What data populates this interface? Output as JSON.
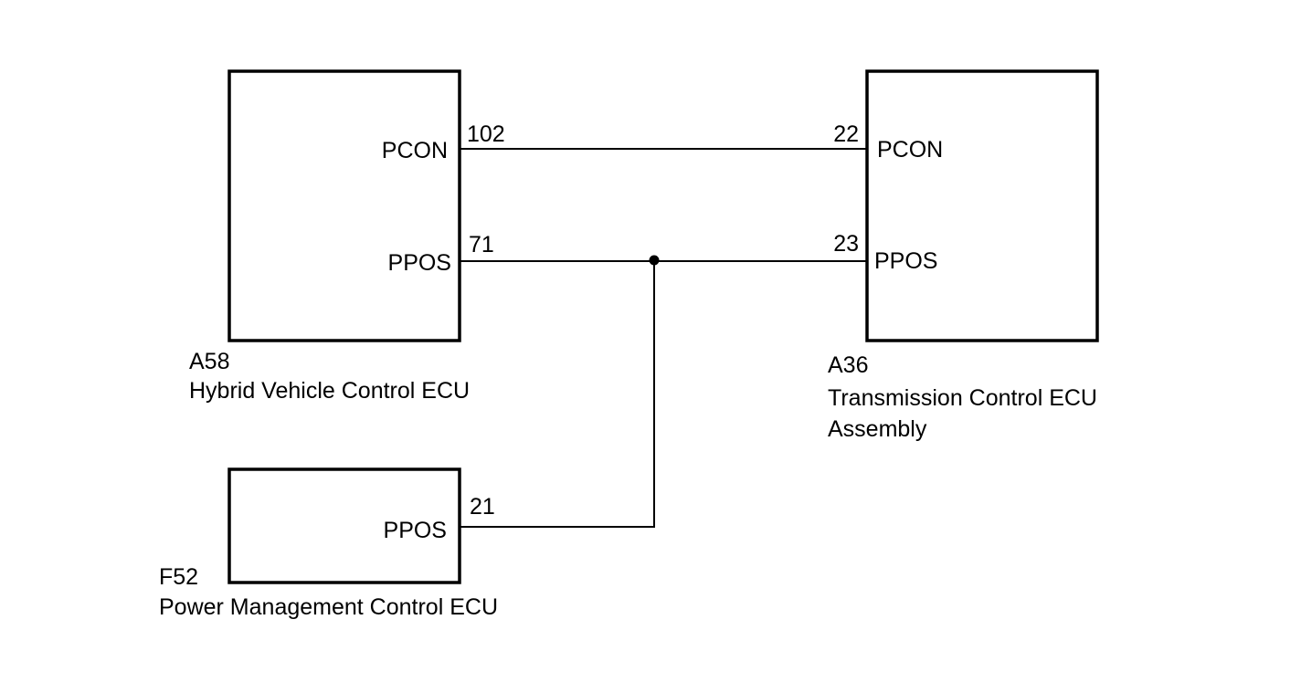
{
  "components": {
    "hv_ecu": {
      "code": "A58",
      "name": "Hybrid Vehicle Control ECU",
      "pins": [
        {
          "label": "PCON",
          "number": "102"
        },
        {
          "label": "PPOS",
          "number": "71"
        }
      ]
    },
    "tcm": {
      "code": "A36",
      "name_line1": "Transmission Control ECU",
      "name_line2": "Assembly",
      "pins": [
        {
          "label": "PCON",
          "number": "22"
        },
        {
          "label": "PPOS",
          "number": "23"
        }
      ]
    },
    "pm_ecu": {
      "code": "F52",
      "name": "Power Management Control ECU",
      "pins": [
        {
          "label": "PPOS",
          "number": "21"
        }
      ]
    }
  }
}
